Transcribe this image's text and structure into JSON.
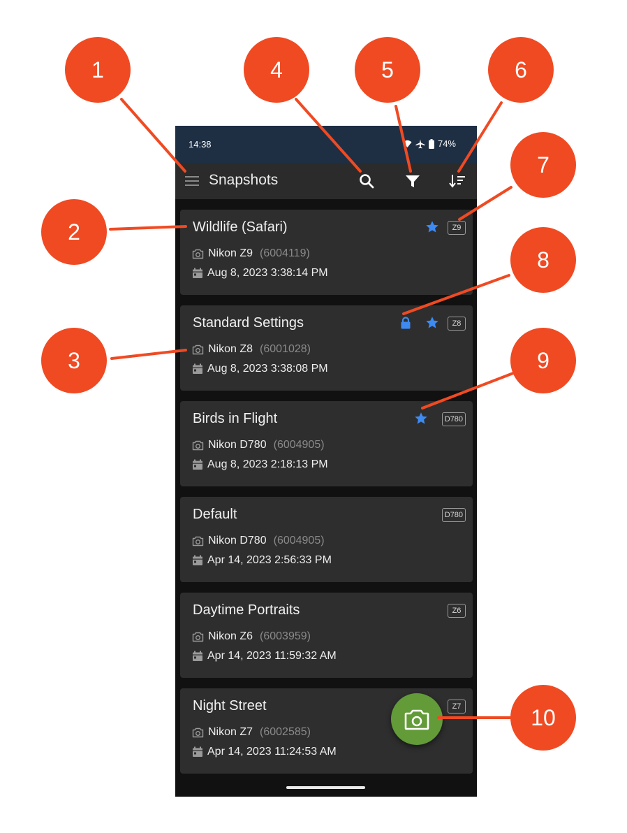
{
  "status_bar": {
    "time": "14:38",
    "battery": "74%"
  },
  "app_bar": {
    "title": "Snapshots"
  },
  "cards": [
    {
      "title": "Wildlife (Safari)",
      "camera": "Nikon Z9",
      "serial": "(6004119)",
      "date": "Aug 8, 2023 3:38:14 PM",
      "badge": "Z9",
      "starred": true,
      "locked": false
    },
    {
      "title": "Standard Settings",
      "camera": "Nikon Z8",
      "serial": "(6001028)",
      "date": "Aug 8, 2023 3:38:08 PM",
      "badge": "Z8",
      "starred": true,
      "locked": true
    },
    {
      "title": "Birds in Flight",
      "camera": "Nikon D780",
      "serial": "(6004905)",
      "date": "Aug 8, 2023 2:18:13 PM",
      "badge": "D780",
      "starred": true,
      "locked": false
    },
    {
      "title": "Default",
      "camera": "Nikon D780",
      "serial": "(6004905)",
      "date": "Apr 14, 2023 2:56:33 PM",
      "badge": "D780",
      "starred": false,
      "locked": false
    },
    {
      "title": "Daytime Portraits",
      "camera": "Nikon Z6",
      "serial": "(6003959)",
      "date": "Apr 14, 2023 11:59:32 AM",
      "badge": "Z6",
      "starred": false,
      "locked": false
    },
    {
      "title": "Night Street",
      "camera": "Nikon Z7",
      "serial": "(6002585)",
      "date": "Apr 14, 2023 11:24:53 AM",
      "badge": "Z7",
      "starred": false,
      "locked": false
    }
  ],
  "callouts": [
    "1",
    "2",
    "3",
    "4",
    "5",
    "6",
    "7",
    "8",
    "9",
    "10"
  ],
  "icons": {
    "menu": "menu-icon",
    "search": "search-icon",
    "filter": "filter-icon",
    "sort": "sort-icon",
    "star": "star-icon",
    "lock": "lock-icon",
    "camera": "camera-icon",
    "calendar": "calendar-icon",
    "fab": "camera-icon"
  },
  "colors": {
    "status_bar": "#1e2f44",
    "app_bar": "#2b2b2b",
    "card": "#2e2e2e",
    "accent_blue": "#3d8bf2",
    "fab_green": "#629b38",
    "callout": "#f04a23"
  }
}
